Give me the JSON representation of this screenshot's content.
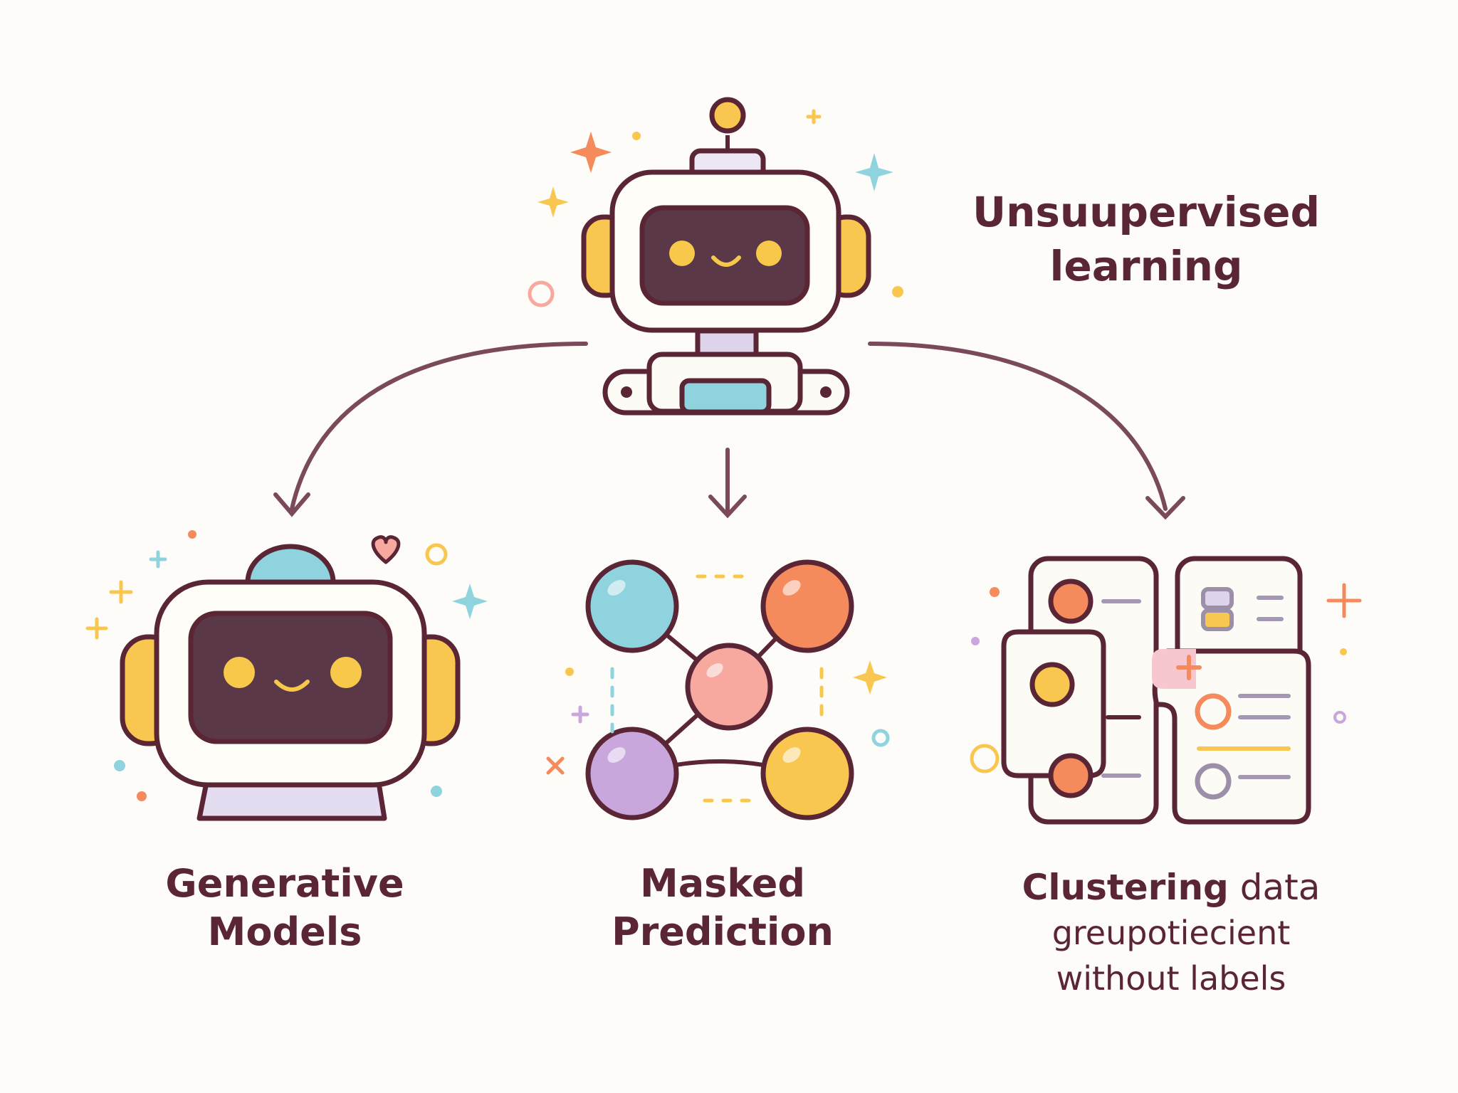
{
  "diagram": {
    "title_lines": [
      "Unsuupervised",
      "learning"
    ],
    "branches": [
      {
        "id": "generative",
        "label_lines": [
          "Generative",
          "Models"
        ]
      },
      {
        "id": "masked",
        "label_lines": [
          "Masked",
          "Prediction"
        ]
      },
      {
        "id": "clustering",
        "label_bold": "Clustering",
        "label_rest": " data",
        "sub_lines": [
          "greupotiecient",
          "without labels"
        ]
      }
    ]
  },
  "colors": {
    "outline": "#5a2535",
    "arrow": "#7a4a5a",
    "screen": "#5a3848",
    "eyes": "#f7c84a",
    "cyan": "#8fd3df",
    "orange": "#f58a5c",
    "pink": "#f7a9a0",
    "purple": "#c9a7dc",
    "yellow": "#f9c74f"
  },
  "icons": [
    "robot-icon",
    "generative-robot-icon",
    "masked-network-icon",
    "clustering-cards-icon",
    "sparkle-icon",
    "heart-icon"
  ]
}
